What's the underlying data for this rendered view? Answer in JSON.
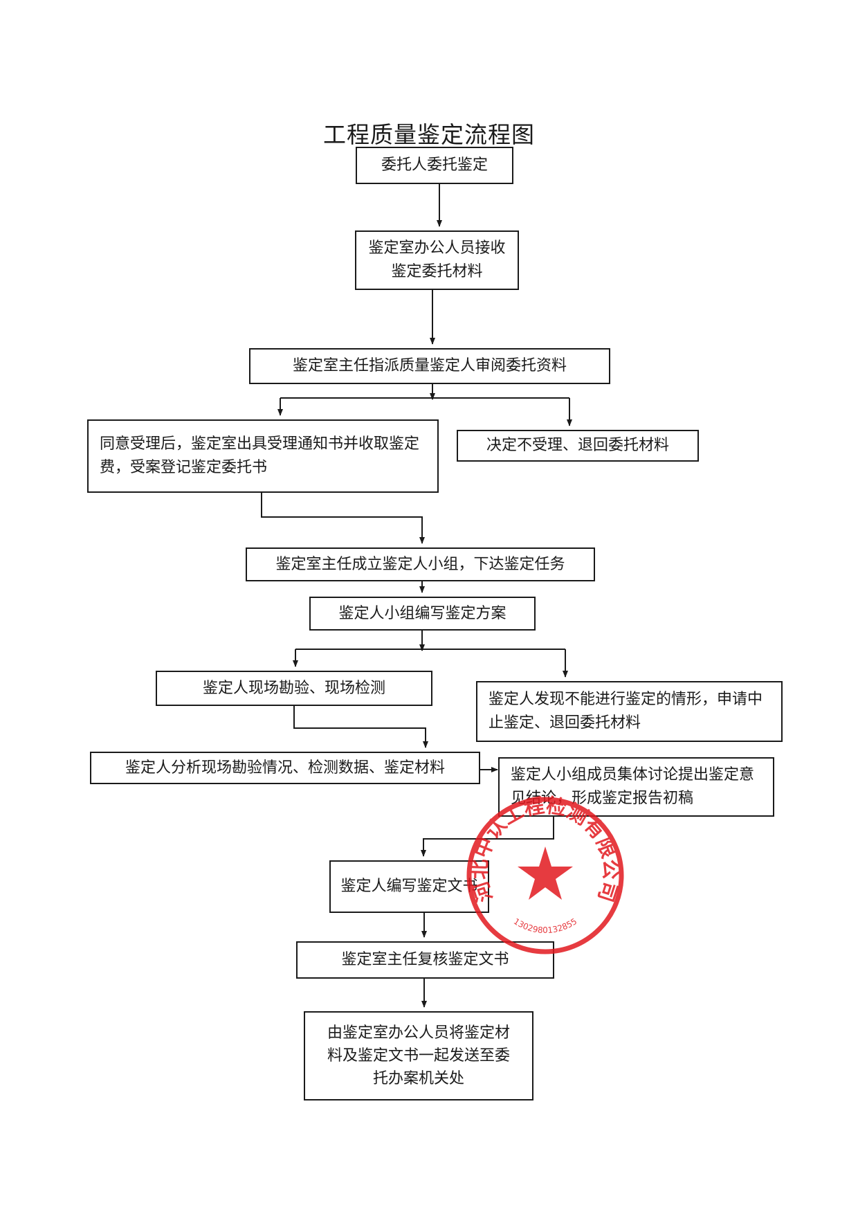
{
  "title": "工程质量鉴定流程图",
  "steps": {
    "s1": "委托人委托鉴定",
    "s2": "鉴定室办公人员接收鉴定委托材料",
    "s3": "鉴定室主任指派质量鉴定人审阅委托资料",
    "s4a": "同意受理后，鉴定室出具受理通知书并收取鉴定费，受案登记鉴定委托书",
    "s4b": "决定不受理、退回委托材料",
    "s5": "鉴定室主任成立鉴定人小组，下达鉴定任务",
    "s6": "鉴定人小组编写鉴定方案",
    "s7a": "鉴定人现场勘验、现场检测",
    "s7b": "鉴定人发现不能进行鉴定的情形，申请中止鉴定、退回委托材料",
    "s8": "鉴定人分析现场勘验情况、检测数据、鉴定材料",
    "s9": "鉴定人小组成员集体讨论提出鉴定意见结论，形成鉴定报告初稿",
    "s10": "鉴定人编写鉴定文书",
    "s11": "鉴定室主任复核鉴定文书",
    "s12": "由鉴定室办公人员将鉴定材料及鉴定文书一起发送至委托办案机关处"
  },
  "seal": {
    "org": "河北中认工程检测有限公司",
    "number": "1302980132855",
    "color": "#e2191f"
  }
}
